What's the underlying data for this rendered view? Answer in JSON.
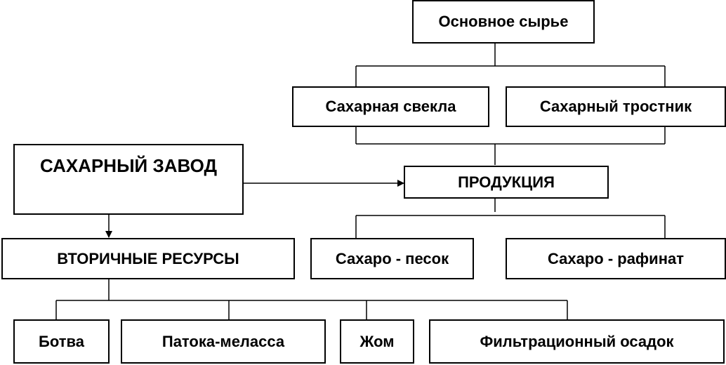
{
  "diagram": {
    "raw_materials": "Основное сырье",
    "sugar_beet": "Сахарная свекла",
    "sugar_cane": "Сахарный тростник",
    "sugar_factory": "САХАРНЫЙ ЗАВОД",
    "products": "ПРОДУКЦИЯ",
    "secondary_resources": "ВТОРИЧНЫЕ РЕСУРСЫ",
    "granulated_sugar": "Сахаро - песок",
    "refined_sugar": "Сахаро - рафинат",
    "tops": "Ботва",
    "molasses": "Патока-меласса",
    "pulp": "Жом",
    "filter_cake": "Фильтрационный осадок"
  }
}
